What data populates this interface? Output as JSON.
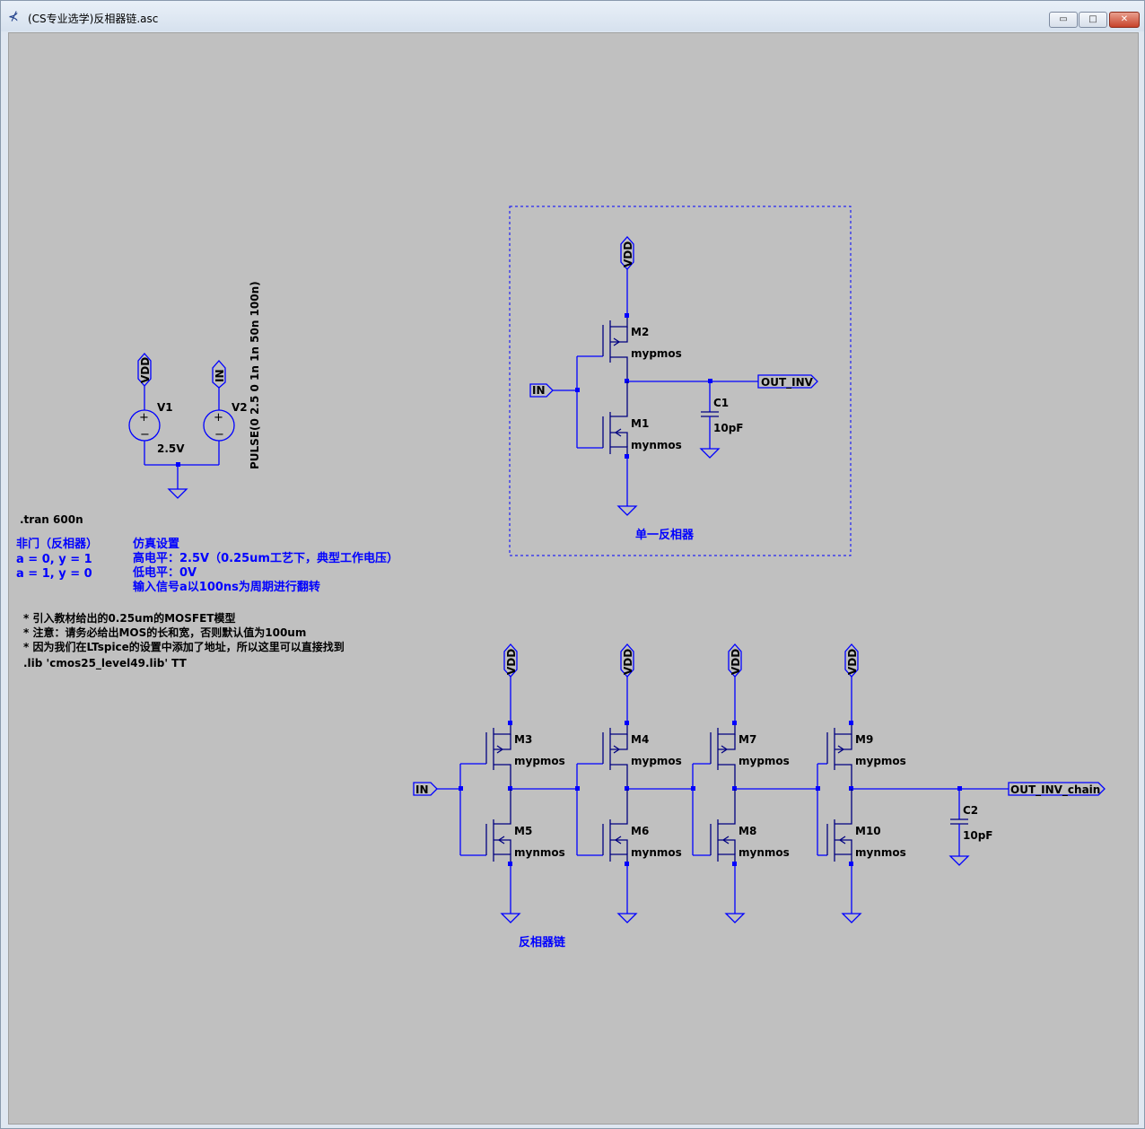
{
  "window": {
    "title": "(CS专业选学)反相器链.asc",
    "min_label": "▭",
    "max_label": "□",
    "close_label": "✕"
  },
  "source": {
    "v1_name": "V1",
    "v1_value": "2.5V",
    "v2_name": "V2",
    "v2_value": "PULSE(0 2.5 0 1n 1n 50n 100n)",
    "vdd": "VDD",
    "in": "IN"
  },
  "single": {
    "m2": "M2",
    "m1": "M1",
    "pmos": "mypmos",
    "nmos": "mynmos",
    "c1": "C1",
    "c1_value": "10pF",
    "out": "OUT_INV",
    "in": "IN",
    "vdd": "VDD",
    "title": "单一反相器"
  },
  "chain": {
    "title": "反相器链",
    "in": "IN",
    "out": "OUT_INV_chain",
    "c2": "C2",
    "c2_value": "10pF",
    "vdd": "VDD",
    "pmos_model": "mypmos",
    "nmos_model": "mynmos",
    "pmos": [
      "M3",
      "M4",
      "M7",
      "M9"
    ],
    "nmos": [
      "M5",
      "M6",
      "M8",
      "M10"
    ]
  },
  "notes": {
    "tran": ".tran 600n",
    "gate_title": "非门（反相器）",
    "gate_l1": "a = 0, y = 1",
    "gate_l2": "a = 1, y = 0",
    "sim_title": "仿真设置",
    "sim_l1": "高电平：2.5V（0.25um工艺下，典型工作电压）",
    "sim_l2": "低电平：0V",
    "sim_l3": "输入信号a以100ns为周期进行翻转",
    "c1": "* 引入教材给出的0.25um的MOSFET模型",
    "c2": "* 注意：请务必给出MOS的长和宽，否则默认值为100um",
    "c3": "* 因为我们在LTspice的设置中添加了地址，所以这里可以直接找到",
    "lib": ".lib 'cmos25_level49.lib' TT"
  }
}
